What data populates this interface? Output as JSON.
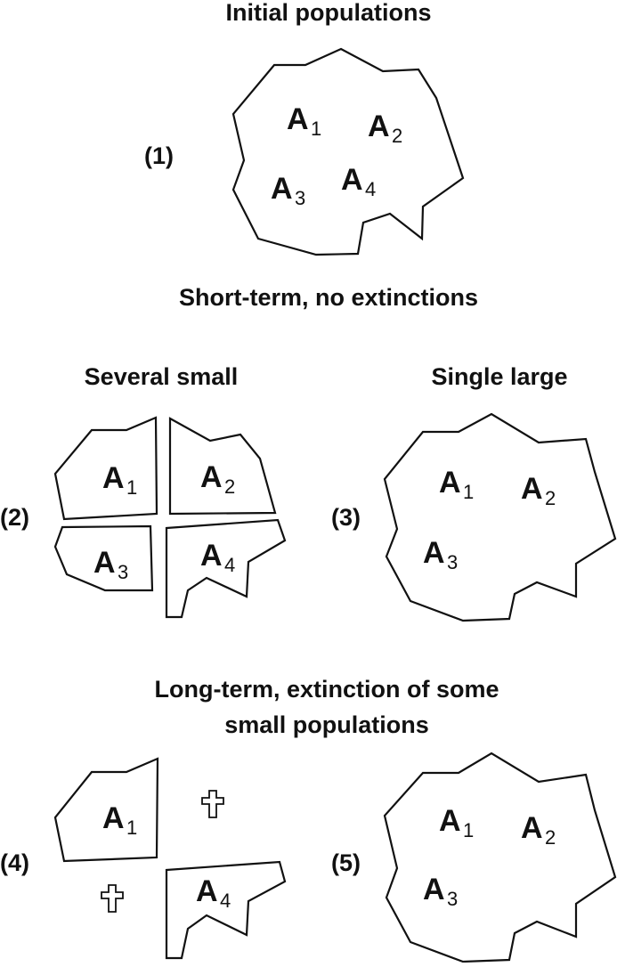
{
  "headings": {
    "initial": "Initial populations",
    "short_term": "Short-term, no extinctions",
    "several_small": "Several small",
    "single_large": "Single large",
    "long_term_line1": "Long-term, extinction of some",
    "long_term_line2": "small populations"
  },
  "panels": {
    "p1": "(1)",
    "p2": "(2)",
    "p3": "(3)",
    "p4": "(4)",
    "p5": "(5)"
  },
  "population_letter": "A",
  "subscripts": {
    "s1": "1",
    "s2": "2",
    "s3": "3",
    "s4": "4"
  },
  "extinct_marker": "cross-icon"
}
